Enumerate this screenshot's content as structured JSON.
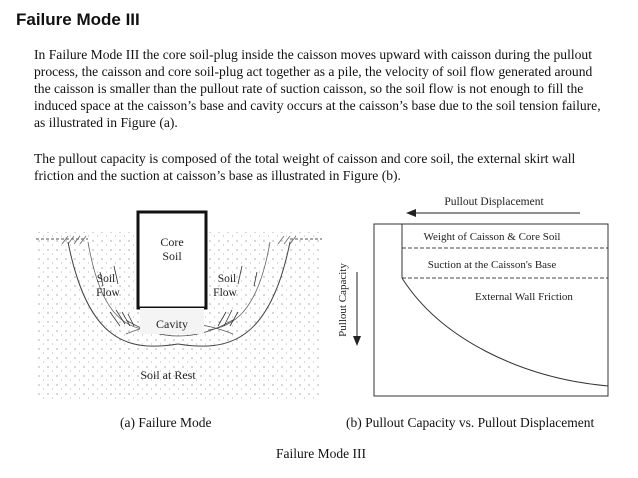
{
  "slide": {
    "title": "Failure Mode III",
    "paragraph1": "In Failure Mode III the core soil-plug inside the caisson moves upward with caisson during the pullout process, the caisson and core soil-plug act together as a pile, the velocity of soil flow generated around the caisson is smaller than the pullout rate of suction caisson, so the soil flow is not enough to fill the induced space at the caisson’s base and cavity occurs at the caisson’s base due to the soil tension failure, as illustrated in Figure (a).",
    "paragraph2": "The pullout capacity is composed of the total weight of caisson and core soil, the external skirt wall friction and the suction at caisson’s base as illustrated in Figure (b)."
  },
  "figure_a": {
    "core_label_1": "Core",
    "core_label_2": "Soil",
    "soil_flow_left_1": "Soil",
    "soil_flow_left_2": "Flow",
    "soil_flow_right_1": "Soil",
    "soil_flow_right_2": "Flow",
    "cavity_label": "Cavity",
    "soil_at_rest_label": "Soil at Rest",
    "caption": "(a) Failure Mode"
  },
  "figure_b": {
    "pullout_displacement_label": "Pullout Displacement",
    "pullout_capacity_label": "Pullout Capacity",
    "band1_label": "Weight of Caisson & Core Soil",
    "band2_label": "Suction at the Caisson's Base",
    "band3_label": "External Wall Friction",
    "caption": "(b) Pullout Capacity vs. Pullout Displacement"
  },
  "figure_caption": "Failure Mode III"
}
